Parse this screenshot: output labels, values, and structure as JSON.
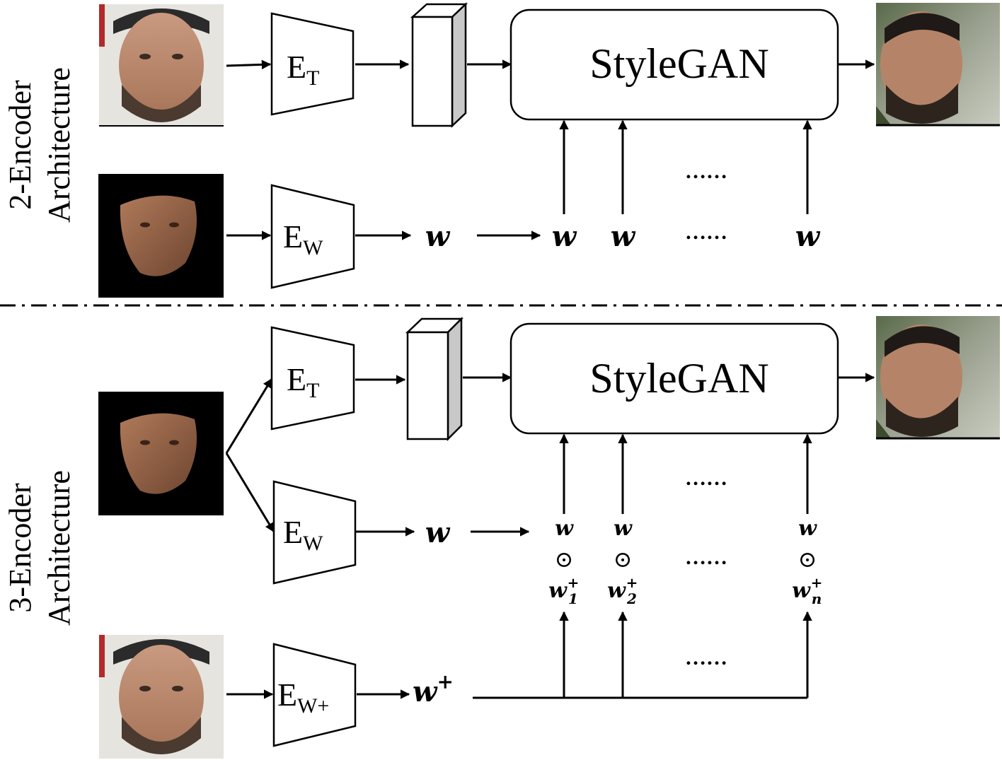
{
  "sections": {
    "top_label_line1": "2-Encoder",
    "top_label_line2": "Architecture",
    "bottom_label_line1": "3-Encoder",
    "bottom_label_line2": "Architecture"
  },
  "encoders": {
    "e_t_main": "E",
    "e_t_sub": "T",
    "e_w_main": "E",
    "e_w_sub": "W",
    "e_wplus_main": "E",
    "e_wplus_sub": "W+"
  },
  "generator": {
    "label": "StyleGAN"
  },
  "latents": {
    "w": "w",
    "w_plus_base": "w",
    "w_plus_sup": "+",
    "hadamard": "⊙",
    "w1_base": "w",
    "w1_sub": "1",
    "w1_sup": "+",
    "w2_base": "w",
    "w2_sub": "2",
    "w2_sup": "+",
    "wn_base": "w",
    "wn_sub": "n",
    "wn_sup": "+",
    "ellipsis": "……"
  }
}
